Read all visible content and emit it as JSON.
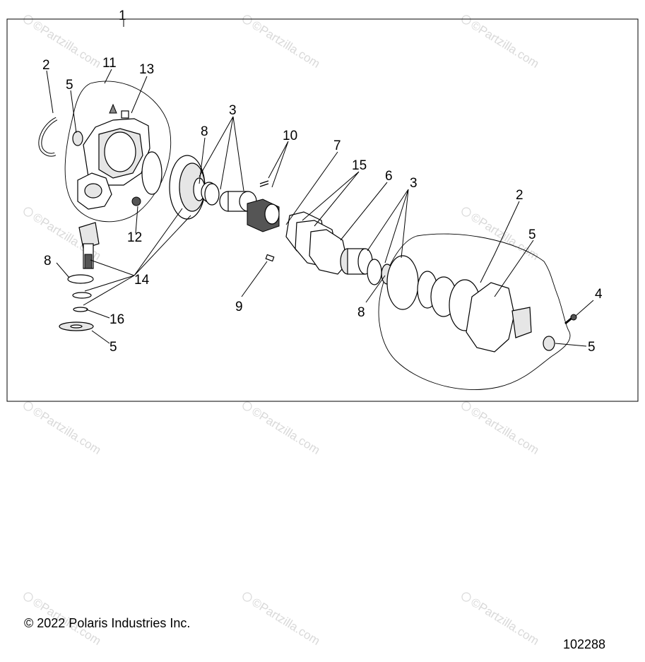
{
  "diagram": {
    "callouts": {
      "c1": "1",
      "c2a": "2",
      "c2b": "2",
      "c3a": "3",
      "c3b": "3",
      "c4": "4",
      "c5a": "5",
      "c5b": "5",
      "c5c": "5",
      "c5d": "5",
      "c6": "6",
      "c7": "7",
      "c8a": "8",
      "c8b": "8",
      "c8c": "8",
      "c9": "9",
      "c10": "10",
      "c11": "11",
      "c12": "12",
      "c13": "13",
      "c14": "14",
      "c15": "15",
      "c16": "16"
    },
    "watermark": "©Partzilla.com"
  },
  "footer": {
    "copyright": "© 2022 Polaris Industries Inc.",
    "figure_id": "102288"
  }
}
